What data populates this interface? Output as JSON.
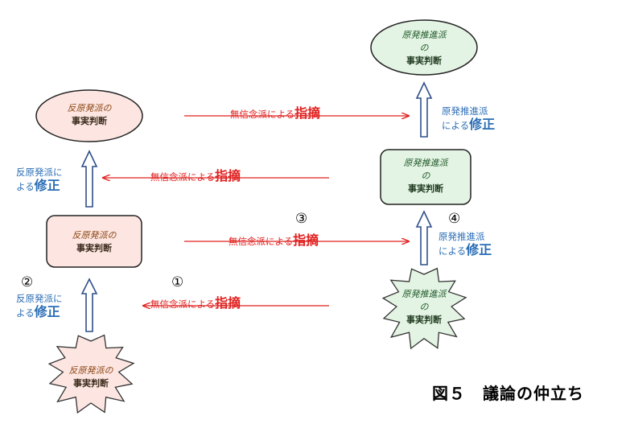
{
  "figure_title": "図５　議論の仲立ち",
  "nodes": {
    "anti_initial": {
      "line1": "反原発派の",
      "line2": "事実判断"
    },
    "anti_middle": {
      "line1": "反原発派の",
      "line2": "事実判断"
    },
    "anti_top": {
      "line1": "反原発派の",
      "line2": "事実判断"
    },
    "pro_initial": {
      "line1": "原発推進派",
      "line2": "の",
      "line3": "事実判断"
    },
    "pro_middle": {
      "line1": "原発推進派",
      "line2": "の",
      "line3": "事実判断"
    },
    "pro_top": {
      "line1": "原発推進派",
      "line2": "の",
      "line3": "事実判断"
    }
  },
  "critique": {
    "prefix": "無信念派による",
    "emphasis": "指摘"
  },
  "anti_correction": {
    "line1": "反原発派に",
    "line2_prefix": "よる",
    "emphasis": "修正"
  },
  "pro_correction": {
    "line1": "原発推進派",
    "line2_prefix": "による",
    "emphasis": "修正"
  },
  "markers": {
    "one": "①",
    "two": "②",
    "three": "③",
    "four": "④"
  },
  "colors": {
    "anti_fill": "#fde6e2",
    "pro_fill": "#e4f4e4",
    "arrow_red": "#e0201f",
    "arrow_blue": "#2e4f8c",
    "text_blue": "#2a6db5"
  }
}
